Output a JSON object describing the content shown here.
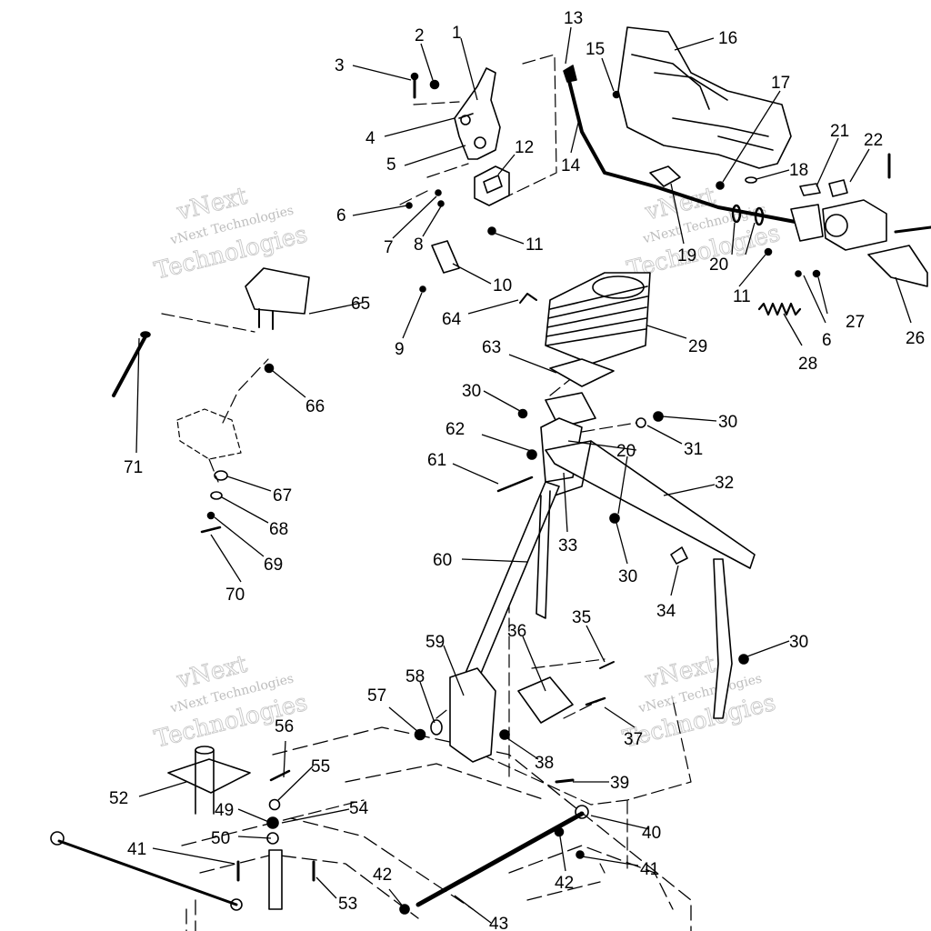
{
  "diagram": {
    "callouts": [
      {
        "id": "c1",
        "label": "1"
      },
      {
        "id": "c2",
        "label": "2"
      },
      {
        "id": "c3",
        "label": "3"
      },
      {
        "id": "c4",
        "label": "4"
      },
      {
        "id": "c5",
        "label": "5"
      },
      {
        "id": "c6a",
        "label": "6"
      },
      {
        "id": "c6b",
        "label": "6"
      },
      {
        "id": "c7",
        "label": "7"
      },
      {
        "id": "c8",
        "label": "8"
      },
      {
        "id": "c9",
        "label": "9"
      },
      {
        "id": "c10",
        "label": "10"
      },
      {
        "id": "c11a",
        "label": "11"
      },
      {
        "id": "c11b",
        "label": "11"
      },
      {
        "id": "c12",
        "label": "12"
      },
      {
        "id": "c13",
        "label": "13"
      },
      {
        "id": "c14",
        "label": "14"
      },
      {
        "id": "c15",
        "label": "15"
      },
      {
        "id": "c16",
        "label": "16"
      },
      {
        "id": "c17",
        "label": "17"
      },
      {
        "id": "c18",
        "label": "18"
      },
      {
        "id": "c19",
        "label": "19"
      },
      {
        "id": "c20a",
        "label": "20"
      },
      {
        "id": "c20b",
        "label": "20"
      },
      {
        "id": "c21",
        "label": "21"
      },
      {
        "id": "c22",
        "label": "22"
      },
      {
        "id": "c26",
        "label": "26"
      },
      {
        "id": "c27",
        "label": "27"
      },
      {
        "id": "c28",
        "label": "28"
      },
      {
        "id": "c29",
        "label": "29"
      },
      {
        "id": "c30a",
        "label": "30"
      },
      {
        "id": "c30b",
        "label": "30"
      },
      {
        "id": "c30c",
        "label": "30"
      },
      {
        "id": "c30d",
        "label": "30"
      },
      {
        "id": "c31",
        "label": "31"
      },
      {
        "id": "c32",
        "label": "32"
      },
      {
        "id": "c33",
        "label": "33"
      },
      {
        "id": "c34",
        "label": "34"
      },
      {
        "id": "c35",
        "label": "35"
      },
      {
        "id": "c36",
        "label": "36"
      },
      {
        "id": "c37",
        "label": "37"
      },
      {
        "id": "c38",
        "label": "38"
      },
      {
        "id": "c39",
        "label": "39"
      },
      {
        "id": "c40",
        "label": "40"
      },
      {
        "id": "c41a",
        "label": "41"
      },
      {
        "id": "c41b",
        "label": "41"
      },
      {
        "id": "c42a",
        "label": "42"
      },
      {
        "id": "c42b",
        "label": "42"
      },
      {
        "id": "c43",
        "label": "43"
      },
      {
        "id": "c49",
        "label": "49"
      },
      {
        "id": "c50",
        "label": "50"
      },
      {
        "id": "c52",
        "label": "52"
      },
      {
        "id": "c53",
        "label": "53"
      },
      {
        "id": "c54",
        "label": "54"
      },
      {
        "id": "c55",
        "label": "55"
      },
      {
        "id": "c56",
        "label": "56"
      },
      {
        "id": "c57",
        "label": "57"
      },
      {
        "id": "c58",
        "label": "58"
      },
      {
        "id": "c59",
        "label": "59"
      },
      {
        "id": "c60",
        "label": "60"
      },
      {
        "id": "c61",
        "label": "61"
      },
      {
        "id": "c62",
        "label": "62"
      },
      {
        "id": "c63",
        "label": "63"
      },
      {
        "id": "c64",
        "label": "64"
      },
      {
        "id": "c65",
        "label": "65"
      },
      {
        "id": "c66",
        "label": "66"
      },
      {
        "id": "c67",
        "label": "67"
      },
      {
        "id": "c68",
        "label": "68"
      },
      {
        "id": "c69",
        "label": "69"
      },
      {
        "id": "c70",
        "label": "70"
      },
      {
        "id": "c71",
        "label": "71"
      }
    ],
    "watermark": {
      "line1": "vNext",
      "line2": "vNext Technologies",
      "line3": "Technologies"
    }
  }
}
